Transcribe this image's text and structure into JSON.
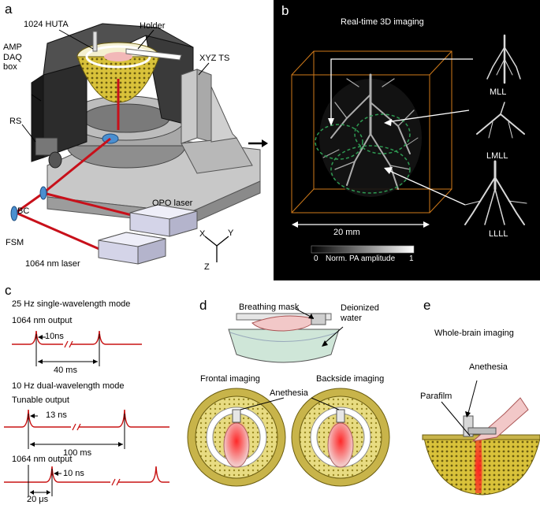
{
  "panels": {
    "a": {
      "letter": "a",
      "labels": {
        "huta": "1024 HUTA",
        "holder": "Holder",
        "amp": "AMP\nDAQ\nbox",
        "xyz": "XYZ TS",
        "rs": "RS",
        "bc": "BC",
        "opo": "OPO laser",
        "fsm": "FSM",
        "laser1064": "1064 nm laser",
        "axis_x": "X",
        "axis_y": "Y",
        "axis_z": "Z"
      }
    },
    "b": {
      "letter": "b",
      "title": "Real-time 3D imaging",
      "scale": "20 mm",
      "colorbar_label": "Norm. PA amplitude",
      "colorbar_min": "0",
      "colorbar_max": "1",
      "lobes": [
        "MLL",
        "LMLL",
        "LLLL"
      ]
    },
    "c": {
      "letter": "c",
      "mode1_title": "25 Hz single-wavelength mode",
      "mode1_output": "1064 nm output",
      "mode1_pulse": "10ns",
      "mode1_period": "40 ms",
      "mode2_title": "10 Hz dual-wavelength mode",
      "mode2_output_a": "Tunable output",
      "mode2_pulse_a": "13 ns",
      "mode2_period": "100 ms",
      "mode2_output_b": "1064 nm output",
      "mode2_pulse_b": "10 ns",
      "mode2_delay": "20 μs"
    },
    "d": {
      "letter": "d",
      "mask": "Breathing mask",
      "water": "Deionized\nwater",
      "frontal": "Frontal imaging",
      "backside": "Backside imaging",
      "anesthesia": "Anethesia"
    },
    "e": {
      "letter": "e",
      "title": "Whole-brain imaging",
      "anesthesia": "Anethesia",
      "parafilm": "Parafilm"
    }
  },
  "colors": {
    "beam": "#c8101a",
    "pulse": "#c81414",
    "huta": "#d9c23a",
    "panel_b_bg": "#000000",
    "volume_box": "#d07a1a",
    "vessel": "#bfbfbf",
    "lobe_outline": "#2e9a52"
  }
}
